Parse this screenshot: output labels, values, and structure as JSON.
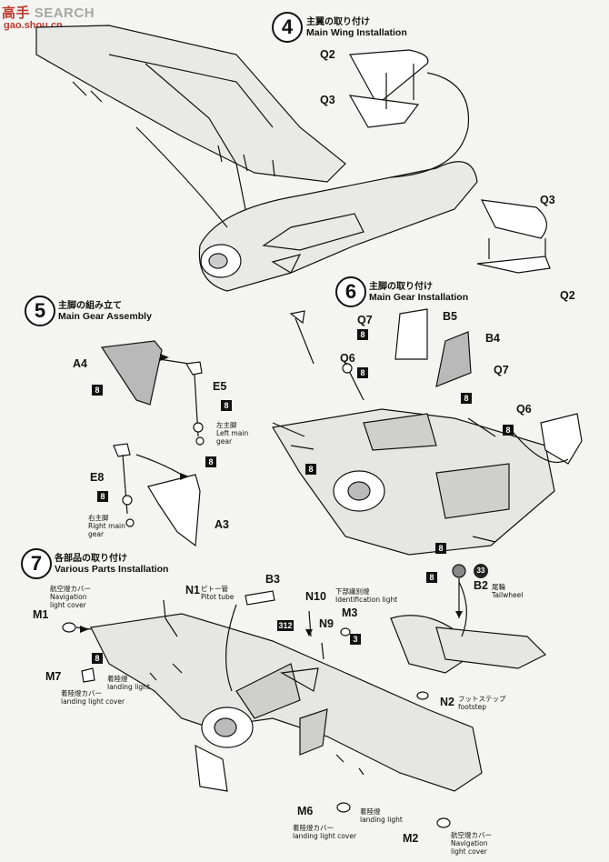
{
  "watermark": {
    "logo": "高手",
    "site": "SEARCH",
    "url": "gao.shou.cn"
  },
  "step4": {
    "num": "4",
    "title_jp": "主翼の取り付け",
    "title_en": "Main Wing Installation",
    "parts": [
      "Q2",
      "Q3",
      "Q3",
      "Q2"
    ]
  },
  "step5": {
    "num": "5",
    "title_jp": "主脚の組み立て",
    "title_en": "Main Gear Assembly",
    "parts": [
      "A4",
      "E5",
      "E8",
      "A3"
    ],
    "badge": "8",
    "left_gear": [
      "左主脚",
      "Left main",
      "gear"
    ],
    "right_gear": [
      "右主脚",
      "Right main",
      "gear"
    ]
  },
  "step6": {
    "num": "6",
    "title_jp": "主脚の取り付け",
    "title_en": "Main Gear Installation",
    "parts": [
      "Q7",
      "B5",
      "Q6",
      "B4",
      "Q7",
      "Q6"
    ],
    "badge": "8"
  },
  "step7": {
    "num": "7",
    "title_jp": "各部品の取り付け",
    "title_en": "Various Parts Installation",
    "parts": [
      "M1",
      "N1",
      "B3",
      "N10",
      "M3",
      "N9",
      "M7",
      "B2",
      "N2",
      "M6",
      "M2"
    ],
    "nav_cover": [
      "航空燈カバー",
      "Navigation",
      "light cover"
    ],
    "pitot": [
      "ピトー管",
      "Pitot tube"
    ],
    "id_light": [
      "下部識別燈",
      "Identification light"
    ],
    "landing_cover": [
      "着陸燈カバー",
      "landing light cover"
    ],
    "landing_light": [
      "着陸燈",
      "landing light"
    ],
    "tailwheel": [
      "尾輪",
      "Tailwheel"
    ],
    "footstep": [
      "フットステップ",
      "footstep"
    ],
    "badges": {
      "b8": "8",
      "b3": "3",
      "b312": "312",
      "b33": "33"
    }
  },
  "colors": {
    "ink": "#111111",
    "paper": "#f4f4f2",
    "shade": "#b9b9b9"
  }
}
